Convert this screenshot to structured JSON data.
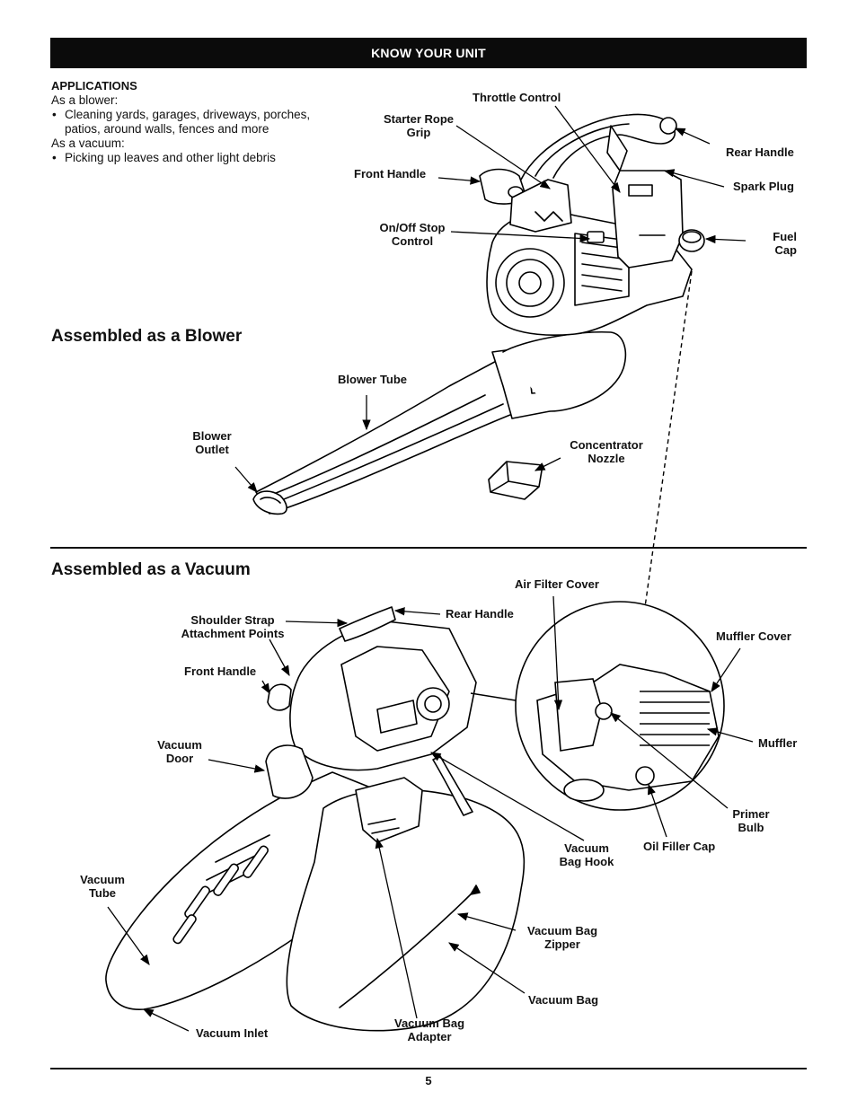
{
  "header": {
    "title": "KNOW YOUR UNIT"
  },
  "applications": {
    "heading": "APPLICATIONS",
    "blower_intro": "As a blower:",
    "blower_bullet_line1": "Cleaning yards, garages, driveways, porches,",
    "blower_bullet_line2": "patios, around walls, fences and more",
    "vacuum_intro": "As a vacuum:",
    "vacuum_bullet": "Picking up leaves and other light debris"
  },
  "blower": {
    "title": "Assembled as a Blower",
    "labels": {
      "throttle_control": "Throttle Control",
      "starter_rope_1": "Starter Rope",
      "starter_rope_2": "Grip",
      "rear_handle": "Rear Handle",
      "front_handle": "Front Handle",
      "spark_plug": "Spark Plug",
      "onoff_1": "On/Off Stop",
      "onoff_2": "Control",
      "fuel_1": "Fuel",
      "fuel_2": "Cap",
      "blower_tube": "Blower Tube",
      "outlet_1": "Blower",
      "outlet_2": "Outlet",
      "conc_1": "Concentrator",
      "conc_2": "Nozzle"
    }
  },
  "vacuum": {
    "title": "Assembled as a Vacuum",
    "labels": {
      "air_filter_cover": "Air Filter Cover",
      "rear_handle": "Rear Handle",
      "strap_1": "Shoulder Strap",
      "strap_2": "Attachment Points",
      "muffler_cover": "Muffler Cover",
      "front_handle": "Front Handle",
      "muffler": "Muffler",
      "door_1": "Vacuum",
      "door_2": "Door",
      "primer_1": "Primer",
      "primer_2": "Bulb",
      "hook_1": "Vacuum",
      "hook_2": "Bag Hook",
      "oil_filler_cap": "Oil Filler Cap",
      "tube_1": "Vacuum",
      "tube_2": "Tube",
      "zipper_1": "Vacuum Bag",
      "zipper_2": "Zipper",
      "bag": "Vacuum Bag",
      "inlet": "Vacuum Inlet",
      "adapter_1": "Vacuum Bag",
      "adapter_2": "Adapter"
    }
  },
  "footer": {
    "page_number": "5"
  }
}
